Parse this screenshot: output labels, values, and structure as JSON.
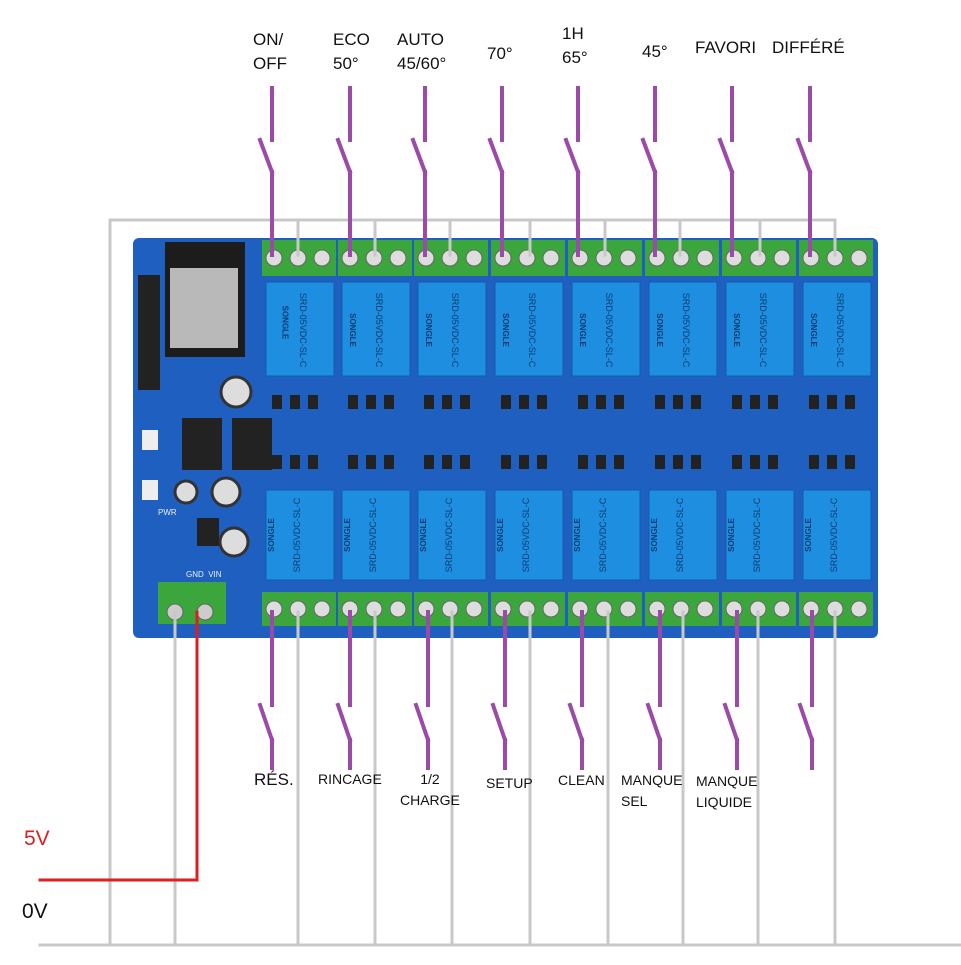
{
  "top_labels": [
    "ON/\nOFF",
    "ECO\n50°",
    "AUTO\n45/60°",
    "70°",
    "1H\n65°",
    "45°",
    "FAVORI",
    "DIFFÉRÉ"
  ],
  "bottom_labels": [
    "RÉS.",
    "RINCAGE",
    "1/2\nCHARGE",
    "SETUP",
    "CLEAN",
    "MANQUE\nSEL",
    "MANQUE\nLIQUIDE"
  ],
  "rails": {
    "v5": "5V",
    "v0": "0V"
  },
  "board": {
    "relay_marking": "SRD-05VDC-SL-C",
    "relay_brand": "SONGLE",
    "relay_count": 16,
    "power_labels": "GND  VIN",
    "pwr_label": "PWR"
  },
  "colors": {
    "board": "#1f5fbf",
    "terminal": "#3aa63c",
    "relay": "#1e8fe0",
    "wire": "#c8c8c8",
    "switch": "#9b4aa8",
    "supply": "#dd1f1f"
  }
}
